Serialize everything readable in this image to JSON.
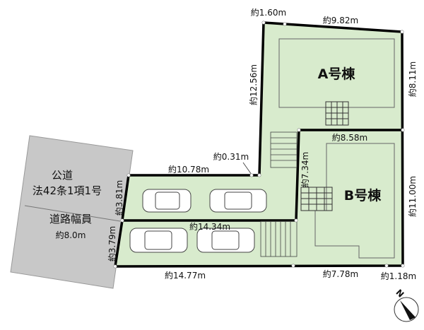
{
  "road": {
    "type": "公道",
    "law": "法42条1項1号",
    "width_label": "道路幅員",
    "width_value": "約8.0m"
  },
  "buildings": {
    "a": "A号棟",
    "b": "B号棟"
  },
  "dimensions": {
    "top_left": "約1.60m",
    "top": "約9.82m",
    "a_left": "約12.56m",
    "a_right": "約8.11m",
    "b_top": "約8.58m",
    "b_left": "約7.34m",
    "b_right": "約11.00m",
    "notch": "約0.31m",
    "parking_top": "約10.78m",
    "parking_upper_left": "約3.81m",
    "parking_lower_left": "約3.79m",
    "parking_mid": "約14.34m",
    "bottom_left": "約14.77m",
    "bottom_mid": "約7.78m",
    "bottom_right": "約1.18m"
  },
  "compass": "N",
  "colors": {
    "lot": "#d8ebcd",
    "road": "#c8c8c8",
    "boundary": "#000000"
  }
}
